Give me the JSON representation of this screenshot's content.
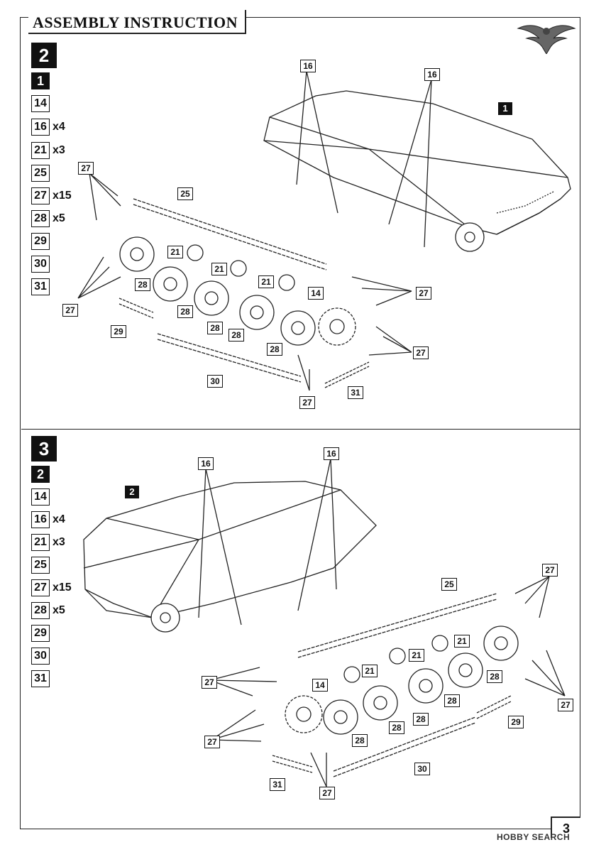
{
  "header": {
    "title": "ASSEMBLY INSTRUCTION"
  },
  "page_number": "3",
  "watermark": "HOBBY SEARCH",
  "steps": [
    {
      "number": "2",
      "prerequisite": "1",
      "hull_ref": "1",
      "parts": [
        {
          "id": "14",
          "qty": ""
        },
        {
          "id": "16",
          "qty": "x4"
        },
        {
          "id": "21",
          "qty": "x3"
        },
        {
          "id": "25",
          "qty": ""
        },
        {
          "id": "27",
          "qty": "x15"
        },
        {
          "id": "28",
          "qty": "x5"
        },
        {
          "id": "29",
          "qty": ""
        },
        {
          "id": "30",
          "qty": ""
        },
        {
          "id": "31",
          "qty": ""
        }
      ],
      "callouts": [
        "16",
        "16",
        "27",
        "25",
        "21",
        "21",
        "21",
        "28",
        "28",
        "28",
        "28",
        "28",
        "14",
        "27",
        "27",
        "29",
        "27",
        "30",
        "27",
        "31"
      ]
    },
    {
      "number": "3",
      "prerequisite": "2",
      "hull_ref": "2",
      "parts": [
        {
          "id": "14",
          "qty": ""
        },
        {
          "id": "16",
          "qty": "x4"
        },
        {
          "id": "21",
          "qty": "x3"
        },
        {
          "id": "25",
          "qty": ""
        },
        {
          "id": "27",
          "qty": "x15"
        },
        {
          "id": "28",
          "qty": "x5"
        },
        {
          "id": "29",
          "qty": ""
        },
        {
          "id": "30",
          "qty": ""
        },
        {
          "id": "31",
          "qty": ""
        }
      ],
      "callouts": [
        "16",
        "16",
        "25",
        "27",
        "21",
        "21",
        "21",
        "27",
        "14",
        "28",
        "28",
        "28",
        "28",
        "28",
        "27",
        "29",
        "27",
        "30",
        "31",
        "27"
      ]
    }
  ]
}
